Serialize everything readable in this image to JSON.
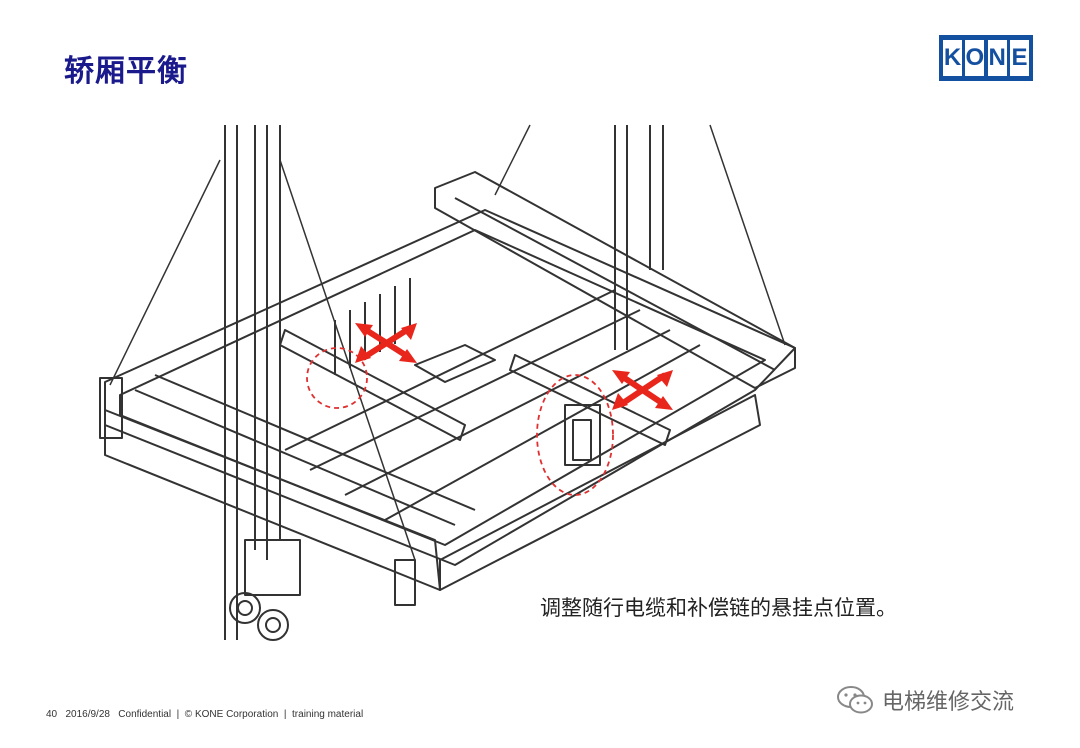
{
  "slide": {
    "title": "轿厢平衡",
    "caption": "调整随行电缆和补偿链的悬挂点位置。",
    "logo_letters": [
      "K",
      "O",
      "N",
      "E"
    ],
    "footer": "40   2016/9/28   Confidential  |  © KONE Corporation  |  training material",
    "watermark": "电梯维修交流"
  },
  "colors": {
    "title": "#1a1a8c",
    "logo_bg": "#1450a0",
    "arrow": "#e8261c",
    "marker_circle": "#e03030"
  },
  "icons": {
    "drawing": "elevator-car-frame-icon",
    "arrows": "move-arrows-icon",
    "watermark": "wechat-icon"
  }
}
